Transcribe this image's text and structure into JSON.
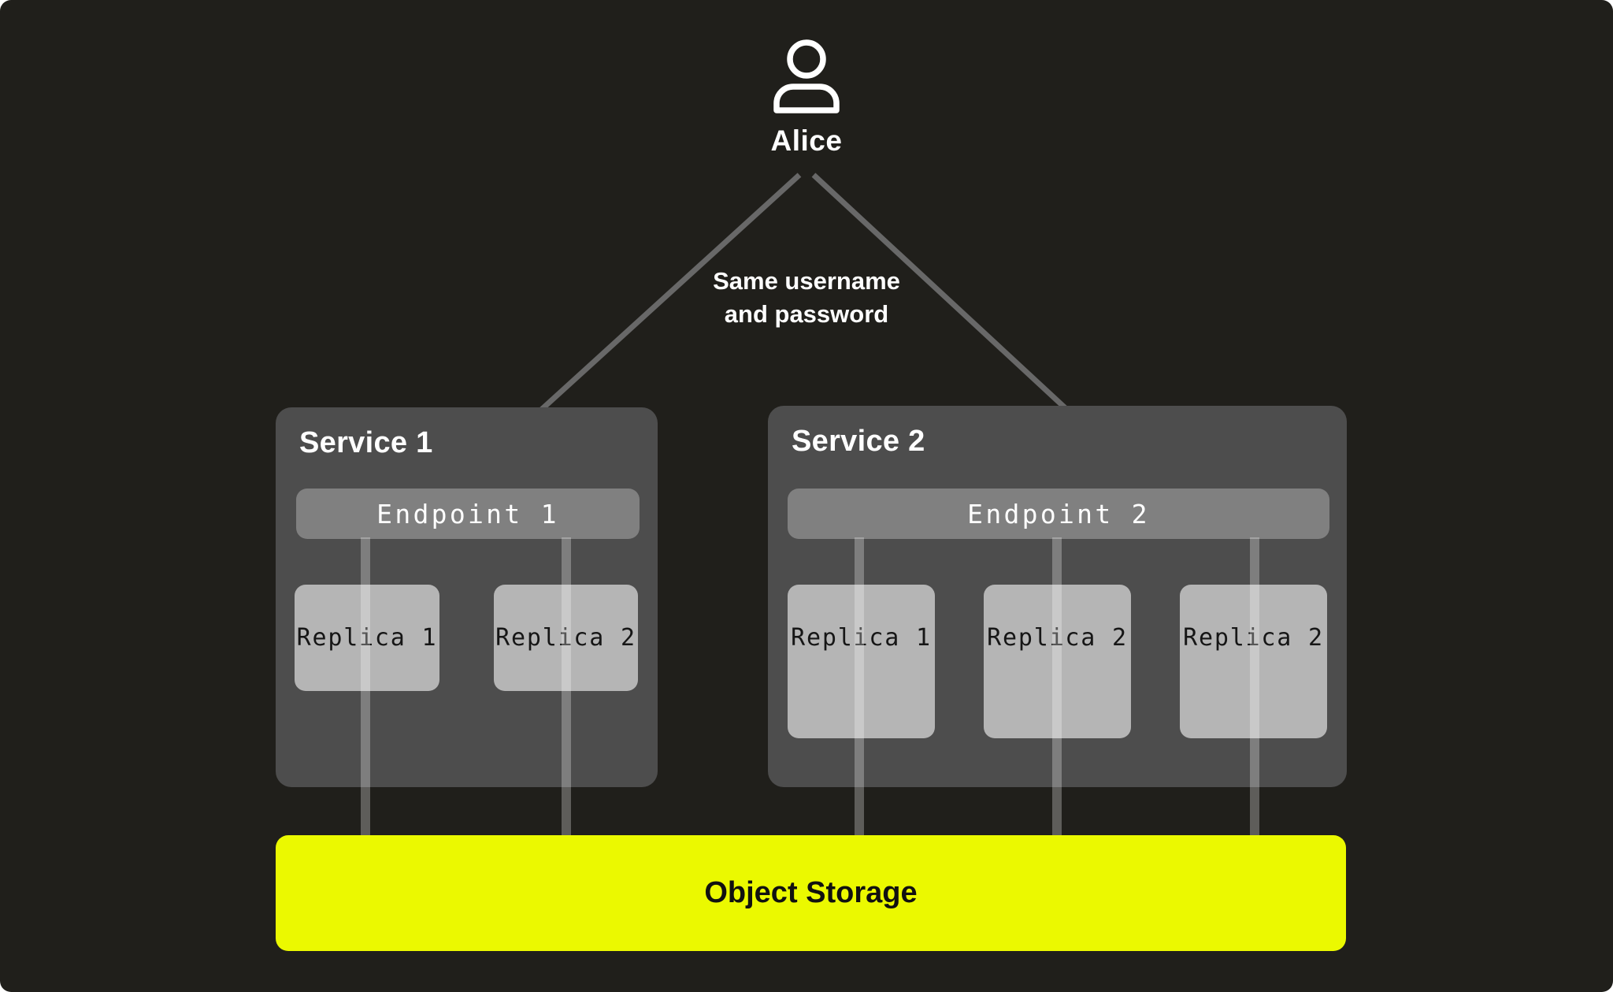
{
  "user": {
    "name": "Alice",
    "icon": "person-icon"
  },
  "annotation": {
    "line1": "Same username",
    "line2": "and password"
  },
  "services": [
    {
      "title": "Service 1",
      "endpoint": "Endpoint 1",
      "replicas": [
        "Replica 1",
        "Replica 2"
      ]
    },
    {
      "title": "Service 2",
      "endpoint": "Endpoint 2",
      "replicas": [
        "Replica 1",
        "Replica 2",
        "Replica 2"
      ]
    }
  ],
  "storage": {
    "label": "Object Storage"
  },
  "colors": {
    "background": "#201f1b",
    "service_box": "#4d4d4d",
    "endpoint_bar": "#808080",
    "replica_box": "#b5b5b5",
    "storage_accent": "#ebf900",
    "connector_gray": "#686868",
    "text_light": "#ffffff",
    "text_dark": "#161616"
  }
}
